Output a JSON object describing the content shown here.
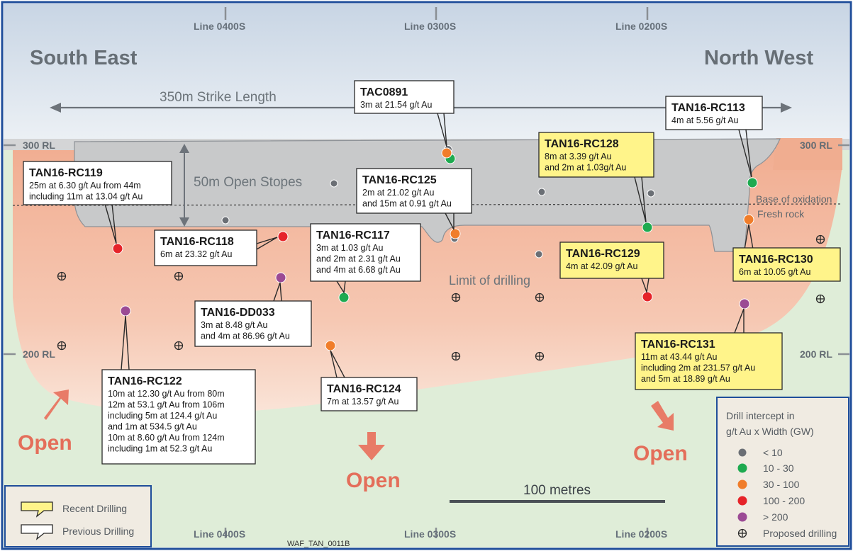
{
  "title_left": "South East",
  "title_right": "North West",
  "section_lines": [
    "Line 0400S",
    "Line 0300S",
    "Line 0200S"
  ],
  "rl_labels": {
    "top": "300 RL",
    "bottom": "200 RL"
  },
  "labels": {
    "strike_length": "350m Strike Length",
    "open_stopes": "50m Open Stopes",
    "limit_of_drilling": "Limit of drilling",
    "base_of_oxidation": "Base of oxidation",
    "fresh_rock": "Fresh rock",
    "open": "Open",
    "scale_bar": "100 metres",
    "figure_code": "WAF_TAN_0011B"
  },
  "callouts": [
    {
      "id": "TAC0891",
      "title": "TAC0891",
      "lines": [
        "3m at 21.54 g/t Au"
      ],
      "type": "previous"
    },
    {
      "id": "TAN16-RC113",
      "title": "TAN16-RC113",
      "lines": [
        "4m at 5.56 g/t Au"
      ],
      "type": "previous"
    },
    {
      "id": "TAN16-RC128",
      "title": "TAN16-RC128",
      "lines": [
        "8m at 3.39 g/t Au",
        "and 2m at 1.03g/t Au"
      ],
      "type": "recent"
    },
    {
      "id": "TAN16-RC119",
      "title": "TAN16-RC119",
      "lines": [
        "25m at 6.30 g/t Au from 44m",
        "including 11m at 13.04 g/t Au"
      ],
      "type": "previous"
    },
    {
      "id": "TAN16-RC125",
      "title": "TAN16-RC125",
      "lines": [
        "2m at 21.02 g/t Au",
        "and 15m at 0.91 g/t Au"
      ],
      "type": "previous"
    },
    {
      "id": "TAN16-RC118",
      "title": "TAN16-RC118",
      "lines": [
        "6m at 23.32 g/t Au"
      ],
      "type": "previous"
    },
    {
      "id": "TAN16-RC117",
      "title": "TAN16-RC117",
      "lines": [
        "3m at 1.03 g/t Au",
        "and 2m at 2.31 g/t Au",
        "and 4m at 6.68 g/t Au"
      ],
      "type": "previous"
    },
    {
      "id": "TAN16-RC129",
      "title": "TAN16-RC129",
      "lines": [
        "4m at 42.09 g/t Au"
      ],
      "type": "recent"
    },
    {
      "id": "TAN16-RC130",
      "title": "TAN16-RC130",
      "lines": [
        "6m at 10.05 g/t Au"
      ],
      "type": "recent"
    },
    {
      "id": "TAN16-DD033",
      "title": "TAN16-DD033",
      "lines": [
        "3m at 8.48 g/t Au",
        "and 4m at 86.96 g/t Au"
      ],
      "type": "previous"
    },
    {
      "id": "TAN16-RC131",
      "title": "TAN16-RC131",
      "lines": [
        "11m at 43.44 g/t Au",
        "including 2m at 231.57 g/t Au",
        "and 5m at 18.89 g/t Au"
      ],
      "type": "recent"
    },
    {
      "id": "TAN16-RC122",
      "title": "TAN16-RC122",
      "lines": [
        "10m at 12.30 g/t Au from 80m",
        "12m at 53.1 g/t Au from 106m",
        "including 5m at 124.4 g/t Au",
        "and 1m at 534.5 g/t Au",
        "10m at 8.60 g/t Au from 124m",
        "including 1m at 52.3 g/t Au"
      ],
      "type": "previous"
    },
    {
      "id": "TAN16-RC124",
      "title": "TAN16-RC124",
      "lines": [
        "7m at 13.57 g/t Au"
      ],
      "type": "previous"
    }
  ],
  "legend": {
    "title_lines": [
      "Drill intercept in",
      "g/t Au x Width (GW)"
    ],
    "items": [
      {
        "label": "< 10",
        "color": "#6b6f75"
      },
      {
        "label": "10 - 30",
        "color": "#1eaa50"
      },
      {
        "label": "30 - 100",
        "color": "#f07d2a"
      },
      {
        "label": "100 - 200",
        "color": "#e62329"
      },
      {
        "label": "> 200",
        "color": "#9b4a94"
      }
    ],
    "proposed_label": "Proposed drilling"
  },
  "key": {
    "recent": "Recent Drilling",
    "previous": "Previous Drilling"
  },
  "colors": {
    "frame": "#1f4e9a",
    "grey_ribbon": "#c9cacb",
    "ore_zone": "#f2b39a",
    "background_green": "#dfedd8",
    "recent_callout": "#fff48a",
    "previous_callout": "#ffffff"
  }
}
